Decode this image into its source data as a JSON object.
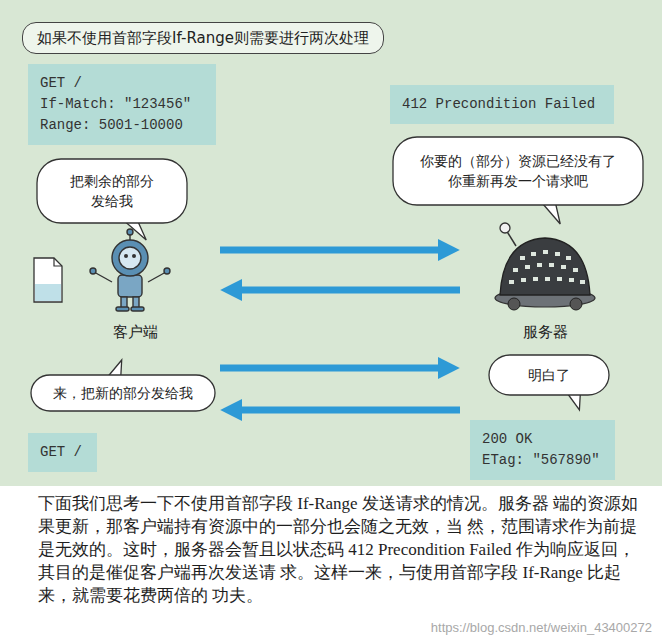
{
  "diagram": {
    "title": "如果不使用首部字段If-Range则需要进行两次处理",
    "caption": "下面我们思考一下不使用首部字段 If-Range 发送请求的情况。服务器 端的资源如果更新，那客户端持有资源中的一部分也会随之无效，当 然，范围请求作为前提是无效的。这时，服务器会暂且以状态码 412 Precondition Failed 作为响应返回，其目的是催促客户端再次发送请 求。这样一来，与使用首部字段 If-Range 比起来，就需要花费两倍的 功夫。",
    "nodes": [
      {
        "text": [
          "如果不使用首部字段If-Range则需要进行两次处理"
        ]
      },
      {
        "text": [
          "GET /",
          "If-Match: \"123456\"",
          "Range: 5001-10000"
        ]
      },
      {
        "text": [
          "412 Precondition Failed"
        ]
      },
      {
        "text": [
          "把剩余的部分发给我"
        ]
      },
      {
        "text": [
          "你要的（部分）资源已经没有了 你重新再发一个请求吧"
        ]
      },
      {
        "text": [
          "客户端"
        ]
      },
      {
        "text": [
          "服务器"
        ]
      },
      {
        "text": [
          "来，把新的部分发给我"
        ]
      },
      {
        "text": [
          "明白了"
        ]
      },
      {
        "text": [
          "GET /"
        ]
      },
      {
        "text": [
          "200 OK",
          "ETag: \"567890\""
        ]
      }
    ],
    "edges": [
      {
        "from": 5,
        "to": 6,
        "arrow": "to"
      },
      {
        "from": 6,
        "to": 5,
        "arrow": "to"
      },
      {
        "from": 5,
        "to": 6,
        "arrow": "to"
      },
      {
        "from": 6,
        "to": 5,
        "arrow": "to"
      }
    ],
    "labels": [
      "https://blog.csdn.net/weixin_43400272"
    ]
  }
}
